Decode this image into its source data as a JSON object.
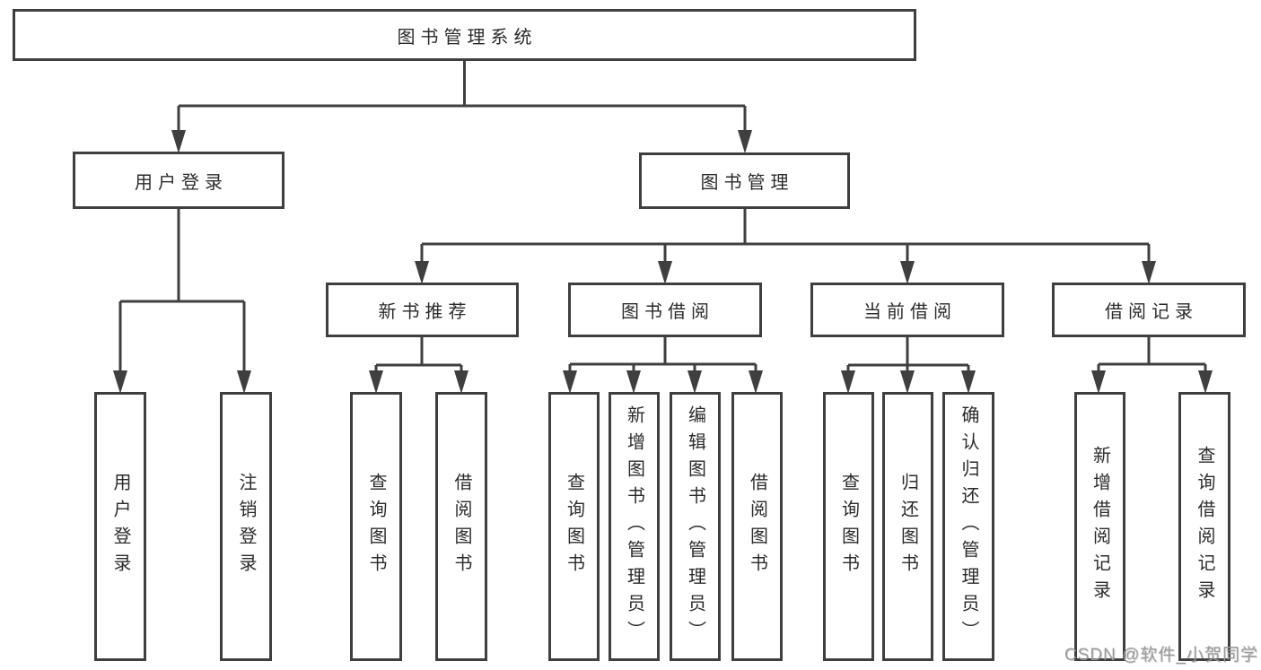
{
  "root": {
    "label": "图书管理系统"
  },
  "branches": [
    {
      "label": "用户登录"
    },
    {
      "label": "图书管理"
    }
  ],
  "modules": [
    {
      "label": "新书推荐"
    },
    {
      "label": "图书借阅"
    },
    {
      "label": "当前借阅"
    },
    {
      "label": "借阅记录"
    }
  ],
  "leaves": [
    {
      "label": "用户登录"
    },
    {
      "label": "注销登录"
    },
    {
      "label": "查询图书"
    },
    {
      "label": "借阅图书"
    },
    {
      "label": "查询图书"
    },
    {
      "label": "新增图书（管理员）"
    },
    {
      "label": "编辑图书（管理员）"
    },
    {
      "label": "借阅图书"
    },
    {
      "label": "查询图书"
    },
    {
      "label": "归还图书"
    },
    {
      "label": "确认归还（管理员）"
    },
    {
      "label": "新增借阅记录"
    },
    {
      "label": "查询借阅记录"
    }
  ],
  "watermark": {
    "text": "CSDN @软件_小贺同学"
  },
  "colors": {
    "line": "#3f3f3f",
    "text": "#2b2b2b",
    "background": "#ffffff",
    "watermark": "#9b9b9b"
  }
}
